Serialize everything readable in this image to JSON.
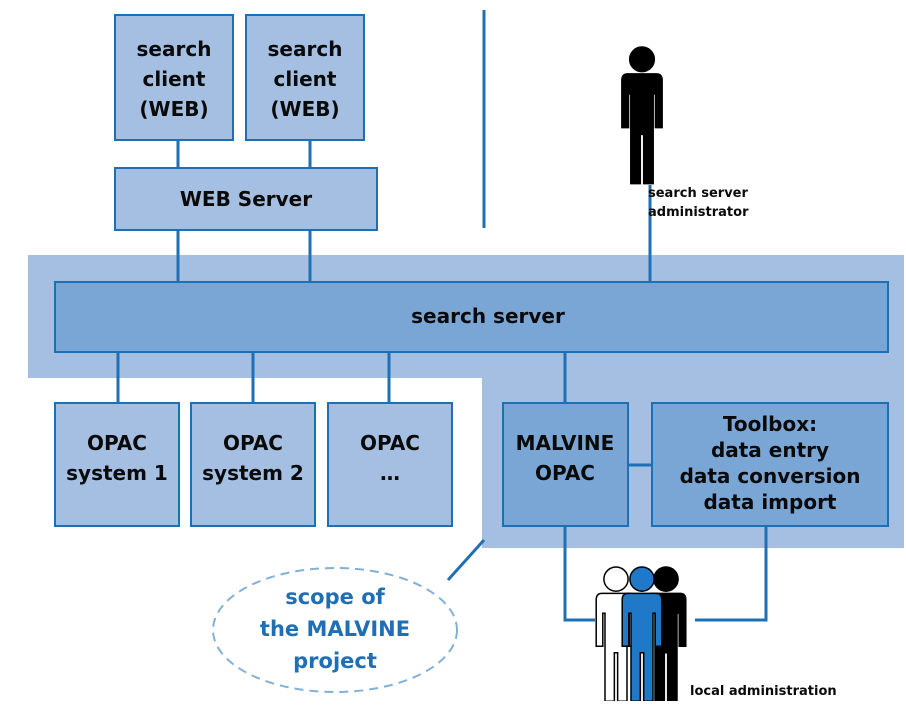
{
  "colors": {
    "box_fill": "#a4bfe1",
    "box_stroke": "#1f6fb5",
    "scope_fill": "#a4bfe1",
    "server_fill": "#7aa6d6",
    "line": "#1f6fb5",
    "text": "#0a0a0a",
    "scope_text": "#1f6fb5",
    "person_black": "#000000",
    "person_blue": "#1f78c8",
    "person_white": "#ffffff"
  },
  "clients": {
    "left": [
      "search",
      "client",
      "(WEB)"
    ],
    "right": [
      "search",
      "client",
      "(WEB)"
    ]
  },
  "web_server": "WEB Server",
  "search_server": "search server",
  "search_admin": [
    "search server",
    "administrator"
  ],
  "opac": {
    "system1": [
      "OPAC",
      "system 1"
    ],
    "system2": [
      "OPAC",
      "system 2"
    ],
    "more": [
      "OPAC",
      "…"
    ]
  },
  "malvine_opac": [
    "MALVINE",
    "OPAC"
  ],
  "toolbox": [
    "Toolbox:",
    "data entry",
    "data conversion",
    "data import"
  ],
  "scope_label": [
    "scope of",
    "the MALVINE",
    "project"
  ],
  "local_admin": "local administration",
  "icons": [
    "person-icon",
    "people-group-icon"
  ]
}
